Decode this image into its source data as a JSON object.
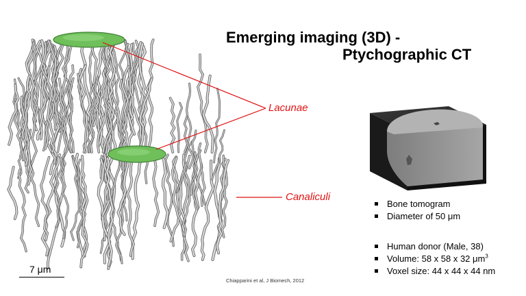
{
  "title": {
    "line1": "Emerging imaging (3D) -",
    "line2": "Ptychographic CT"
  },
  "callouts": {
    "lacunae": "Lacunae",
    "canaliculi": "Canaliculi"
  },
  "scale_bar": {
    "label": "7 μm"
  },
  "citation": "Chiapparini et al, J Biomech, 2012",
  "bullets_group1": [
    "Bone tomogram",
    "Diameter of 50 μm"
  ],
  "bullets_group2": [
    "Human donor (Male, 38)",
    "Volume: 58 x 58 x 32 μm",
    "Voxel size: 44 x 44 x 44 nm"
  ],
  "volume_unit_exponent": "3",
  "colors": {
    "callout": "#e01010",
    "lacuna_green": "#6fbf5a",
    "network_gray": "#a9a9a9"
  }
}
